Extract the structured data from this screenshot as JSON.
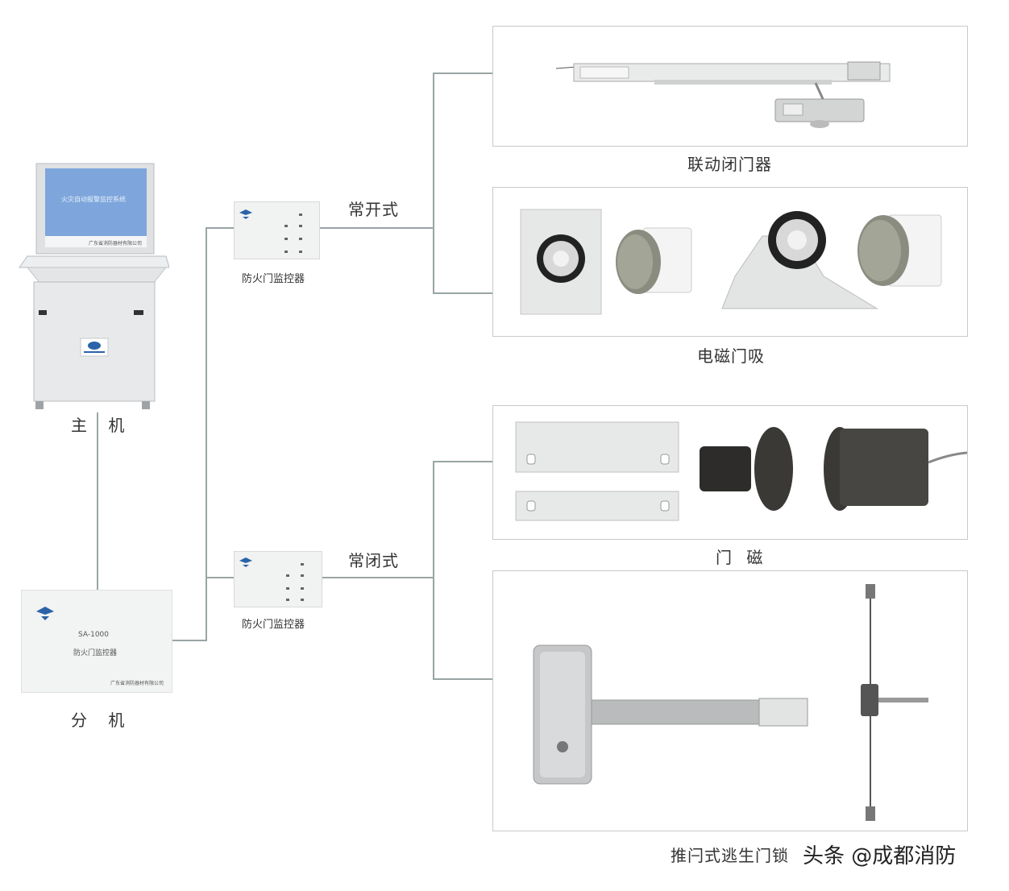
{
  "host": {
    "label": "主 机",
    "screen_text": "火灾自动报警监控系统",
    "screen_footer": "广东省消防器材有限公司"
  },
  "sub_host": {
    "label": "分 机",
    "panel_text_1": "SA-1000",
    "panel_text_2": "防火门监控器",
    "panel_footer": "广东省消防器材有限公司"
  },
  "controllers": [
    {
      "mode_label": "常开式",
      "device_label": "防火门监控器"
    },
    {
      "mode_label": "常闭式",
      "device_label": "防火门监控器"
    }
  ],
  "products": [
    {
      "label": "联动闭门器"
    },
    {
      "label": "电磁门吸"
    },
    {
      "label": "门 磁"
    },
    {
      "label": "推闩式逃生门锁"
    }
  ],
  "watermark": "头条 @成都消防",
  "colors": {
    "wire": "#9aa5a5",
    "screen_blue": "#7ea6dc",
    "cabinet": "#e8e9ea",
    "panel_border": "#c9c9c9"
  }
}
